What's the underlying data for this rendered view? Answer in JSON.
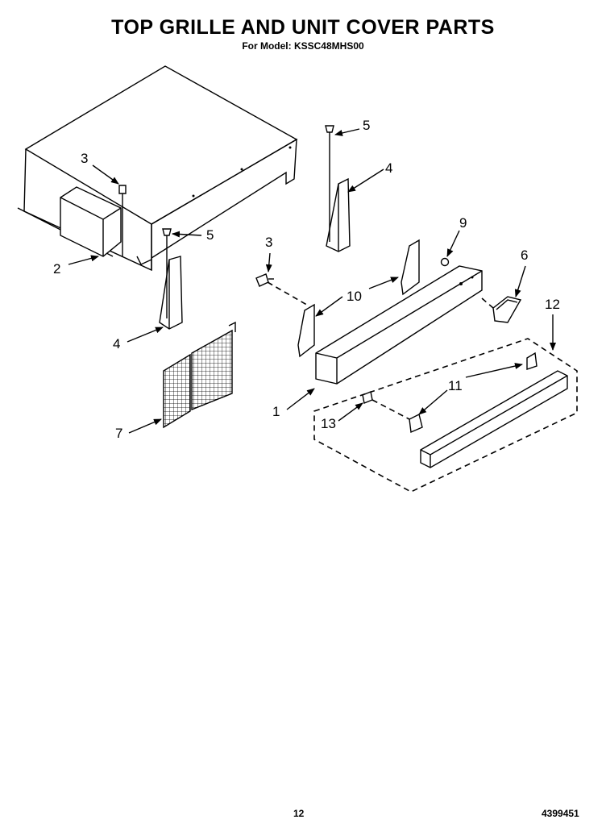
{
  "header": {
    "title": "TOP GRILLE AND UNIT COVER PARTS",
    "subtitle": "For Model: KSSC48MHS00"
  },
  "footer": {
    "page_number": "12",
    "doc_number": "4399451"
  },
  "callouts": {
    "c1": "1",
    "c2": "2",
    "c3a": "3",
    "c3b": "3",
    "c4a": "4",
    "c4b": "4",
    "c5a": "5",
    "c5b": "5",
    "c6": "6",
    "c7": "7",
    "c9": "9",
    "c10": "10",
    "c11": "11",
    "c12": "12",
    "c13": "13"
  }
}
